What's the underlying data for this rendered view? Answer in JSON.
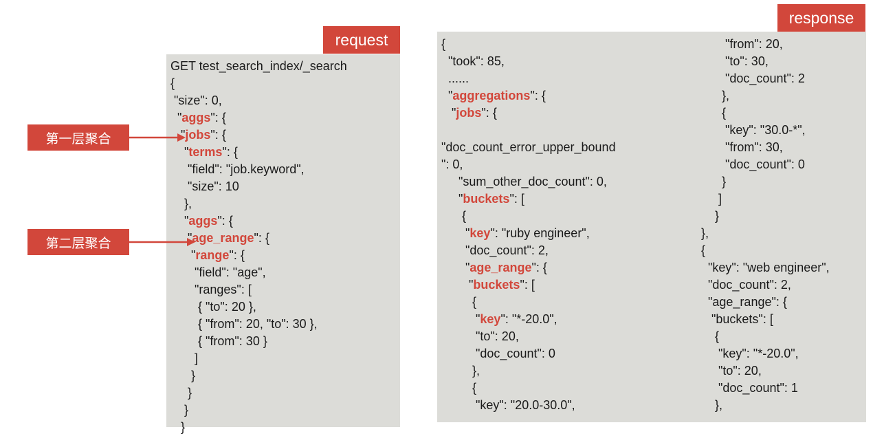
{
  "request": {
    "tag_label": "request",
    "lines": [
      [
        {
          "t": "GET test_search_index/_search"
        }
      ],
      [
        {
          "t": "{"
        }
      ],
      [
        {
          "t": " \"size\": 0,"
        }
      ],
      [
        {
          "t": "  \""
        },
        {
          "t": "aggs",
          "k": true
        },
        {
          "t": "\": {"
        }
      ],
      [
        {
          "t": "   \""
        },
        {
          "t": "jobs",
          "k": true
        },
        {
          "t": "\": {"
        }
      ],
      [
        {
          "t": "    \""
        },
        {
          "t": "terms",
          "k": true
        },
        {
          "t": "\": {"
        }
      ],
      [
        {
          "t": "     \"field\": \"job.keyword\","
        }
      ],
      [
        {
          "t": "     \"size\": 10"
        }
      ],
      [
        {
          "t": "    },"
        }
      ],
      [
        {
          "t": "    \""
        },
        {
          "t": "aggs",
          "k": true
        },
        {
          "t": "\": {"
        }
      ],
      [
        {
          "t": "     \""
        },
        {
          "t": "age_range",
          "k": true
        },
        {
          "t": "\": {"
        }
      ],
      [
        {
          "t": "      \""
        },
        {
          "t": "range",
          "k": true
        },
        {
          "t": "\": {"
        }
      ],
      [
        {
          "t": "       \"field\": \"age\","
        }
      ],
      [
        {
          "t": "       \"ranges\": ["
        }
      ],
      [
        {
          "t": "        { \"to\": 20 },"
        }
      ],
      [
        {
          "t": "        { \"from\": 20, \"to\": 30 },"
        }
      ],
      [
        {
          "t": "        { \"from\": 30 }"
        }
      ],
      [
        {
          "t": "       ]"
        }
      ],
      [
        {
          "t": "      }"
        }
      ],
      [
        {
          "t": "     }"
        }
      ],
      [
        {
          "t": "    }"
        }
      ],
      [
        {
          "t": "   }"
        }
      ]
    ]
  },
  "response": {
    "tag_label": "response",
    "left_lines": [
      [
        {
          "t": "{"
        }
      ],
      [
        {
          "t": "  \"took\": 85,"
        }
      ],
      [
        {
          "t": "  ......"
        }
      ],
      [
        {
          "t": "  \""
        },
        {
          "t": "aggregations",
          "k": true
        },
        {
          "t": "\": {"
        }
      ],
      [
        {
          "t": "   \""
        },
        {
          "t": "jobs",
          "k": true
        },
        {
          "t": "\": {"
        }
      ],
      [
        {
          "t": ""
        }
      ],
      [
        {
          "t": "\"doc_count_error_upper_bound"
        }
      ],
      [
        {
          "t": "\": 0,"
        }
      ],
      [
        {
          "t": "     \"sum_other_doc_count\": 0,"
        }
      ],
      [
        {
          "t": "     \""
        },
        {
          "t": "buckets",
          "k": true
        },
        {
          "t": "\": ["
        }
      ],
      [
        {
          "t": "      {"
        }
      ],
      [
        {
          "t": "       \""
        },
        {
          "t": "key",
          "k": true
        },
        {
          "t": "\": \"ruby engineer\","
        }
      ],
      [
        {
          "t": "       \"doc_count\": 2,"
        }
      ],
      [
        {
          "t": "       \""
        },
        {
          "t": "age_range",
          "k": true
        },
        {
          "t": "\": {"
        }
      ],
      [
        {
          "t": "        \""
        },
        {
          "t": "buckets",
          "k": true
        },
        {
          "t": "\": ["
        }
      ],
      [
        {
          "t": "         {"
        }
      ],
      [
        {
          "t": "          \""
        },
        {
          "t": "key",
          "k": true
        },
        {
          "t": "\": \"*-20.0\","
        }
      ],
      [
        {
          "t": "          \"to\": 20,"
        }
      ],
      [
        {
          "t": "          \"doc_count\": 0"
        }
      ],
      [
        {
          "t": "         },"
        }
      ],
      [
        {
          "t": "         {"
        }
      ],
      [
        {
          "t": "          \"key\": \"20.0-30.0\","
        }
      ]
    ],
    "right_lines": [
      [
        {
          "t": "         \"from\": 20,"
        }
      ],
      [
        {
          "t": "         \"to\": 30,"
        }
      ],
      [
        {
          "t": "         \"doc_count\": 2"
        }
      ],
      [
        {
          "t": "        },"
        }
      ],
      [
        {
          "t": "        {"
        }
      ],
      [
        {
          "t": "         \"key\": \"30.0-*\","
        }
      ],
      [
        {
          "t": "         \"from\": 30,"
        }
      ],
      [
        {
          "t": "         \"doc_count\": 0"
        }
      ],
      [
        {
          "t": "        }"
        }
      ],
      [
        {
          "t": "       ]"
        }
      ],
      [
        {
          "t": "      }"
        }
      ],
      [
        {
          "t": "  },"
        }
      ],
      [
        {
          "t": "  {"
        }
      ],
      [
        {
          "t": "    \"key\": \"web engineer\","
        }
      ],
      [
        {
          "t": "    \"doc_count\": 2,"
        }
      ],
      [
        {
          "t": "    \"age_range\": {"
        }
      ],
      [
        {
          "t": "     \"buckets\": ["
        }
      ],
      [
        {
          "t": "      {"
        }
      ],
      [
        {
          "t": "       \"key\": \"*-20.0\","
        }
      ],
      [
        {
          "t": "       \"to\": 20,"
        }
      ],
      [
        {
          "t": "       \"doc_count\": 1"
        }
      ],
      [
        {
          "t": "      },"
        }
      ]
    ]
  },
  "callouts": {
    "first_level": "第一层聚合",
    "second_level": "第二层聚合"
  },
  "colors": {
    "accent": "#d2473b",
    "panel": "#dcdcd8",
    "text": "#1a1a1a"
  }
}
